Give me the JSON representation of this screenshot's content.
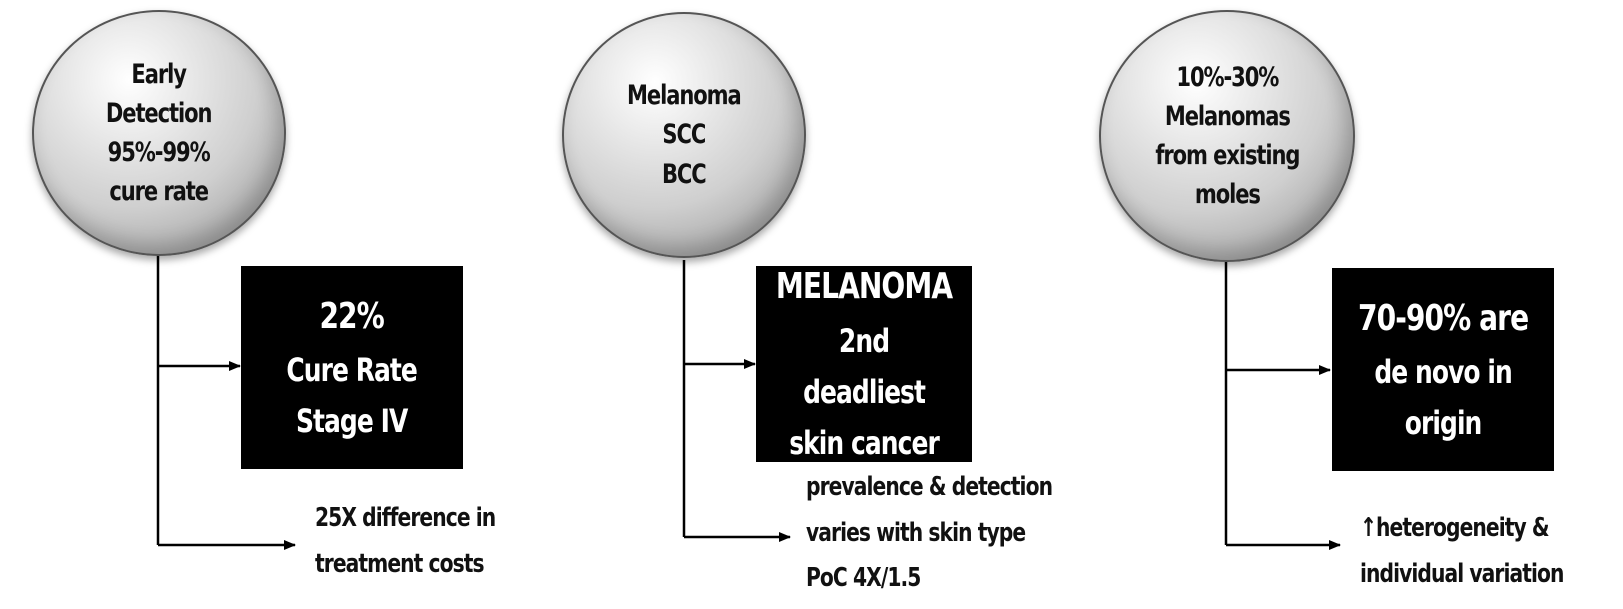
{
  "columns": [
    {
      "circle_lines": [
        "Early",
        "Detection",
        "95%-99%",
        "cure rate"
      ],
      "box_head": "22%",
      "box_lines": [
        "Cure Rate",
        "Stage IV"
      ],
      "note_lines": [
        "25X difference in",
        "treatment costs"
      ]
    },
    {
      "circle_lines": [
        "Melanoma",
        "SCC",
        "BCC"
      ],
      "box_head": "MELANOMA",
      "box_lines": [
        "2nd deadliest",
        "skin cancer"
      ],
      "note_lines": [
        "prevalence & detection",
        "varies with skin type",
        "PoC 4X/1.5"
      ]
    },
    {
      "circle_lines": [
        "10%-30%",
        "Melanomas",
        "from existing",
        "moles"
      ],
      "box_head": "70-90% are",
      "box_lines": [
        "de novo in",
        "origin"
      ],
      "note_lines": [
        "↑heterogeneity &",
        "individual variation"
      ]
    }
  ],
  "colors": {
    "line": "#000000",
    "box": "#000000",
    "box_text": "#ffffff",
    "circle_border": "#555555"
  }
}
